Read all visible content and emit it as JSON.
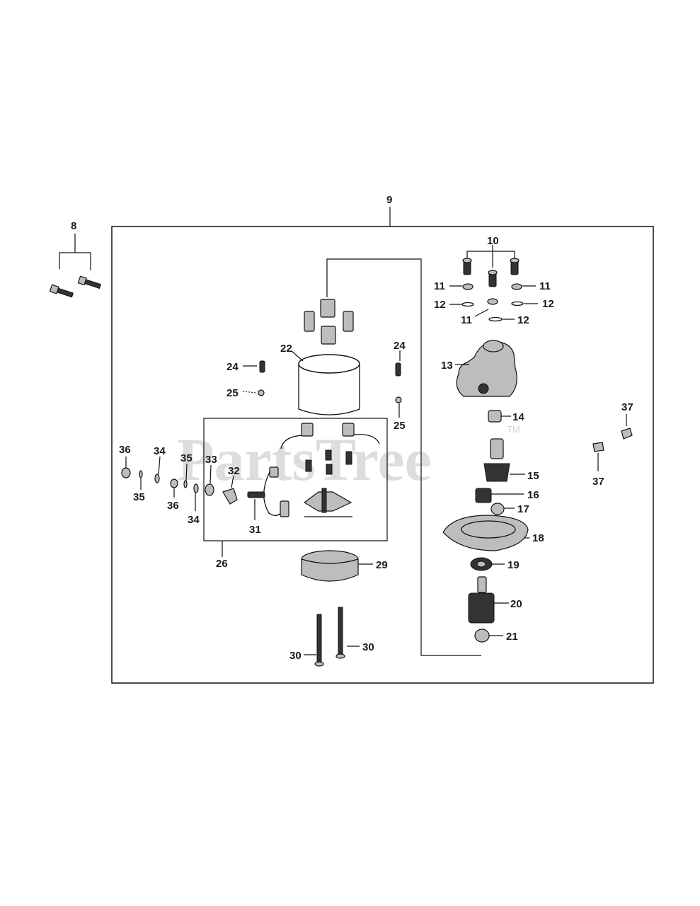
{
  "watermark": {
    "text": "PartsTree",
    "tm": "TM"
  },
  "labels": {
    "l8": "8",
    "l9": "9",
    "l10": "10",
    "l11a": "11",
    "l11b": "11",
    "l11c": "11",
    "l12a": "12",
    "l12b": "12",
    "l12c": "12",
    "l13": "13",
    "l14": "14",
    "l15": "15",
    "l16": "16",
    "l17": "17",
    "l18": "18",
    "l19": "19",
    "l20": "20",
    "l21": "21",
    "l22": "22",
    "l24a": "24",
    "l24b": "24",
    "l25a": "25",
    "l25b": "25",
    "l26": "26",
    "l29": "29",
    "l30a": "30",
    "l30b": "30",
    "l31": "31",
    "l32": "32",
    "l33": "33",
    "l34a": "34",
    "l34b": "34",
    "l35a": "35",
    "l35b": "35",
    "l36a": "36",
    "l36b": "36",
    "l37a": "37",
    "l37b": "37"
  }
}
